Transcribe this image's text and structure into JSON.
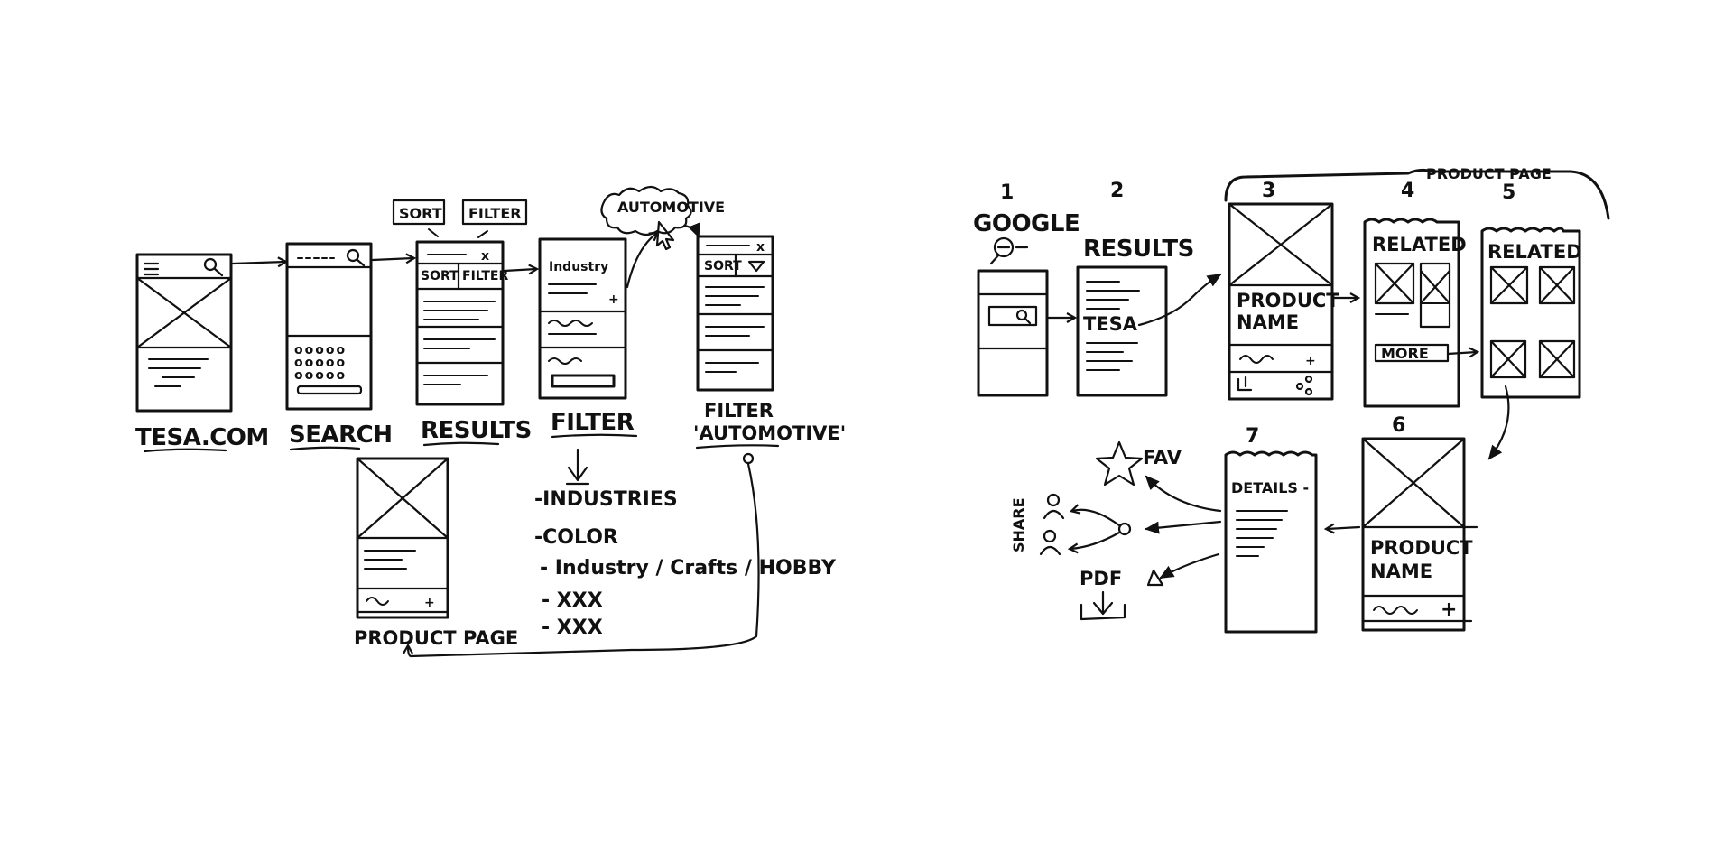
{
  "left_flow": {
    "screens": [
      {
        "label": "TESA.COM"
      },
      {
        "label": "SEARCH"
      },
      {
        "label": "RESULTS",
        "buttons": [
          "SORT",
          "FILTER"
        ]
      },
      {
        "label": "FILTER"
      },
      {
        "label_line1": "FILTER",
        "label_line2": "'AUTOMOTIVE'"
      }
    ],
    "product_page_label": "PRODUCT PAGE",
    "annotations": {
      "automotive": "AUTOMOTIVE",
      "results_sort": "SORT",
      "results_filter": "FILTER",
      "filter_industry": "Industry",
      "filter_sort": "SORT"
    },
    "filter_options": [
      "-INDUSTRIES",
      "-COLOR",
      "- Industry / Crafts / HOBBY",
      "- XXX",
      "- XXX"
    ]
  },
  "right_flow": {
    "product_page_label": "PRODUCT PAGE",
    "steps": [
      {
        "number": "1",
        "label": "GOOGLE"
      },
      {
        "number": "2",
        "label": "RESULTS",
        "inner_text": "TESA"
      },
      {
        "number": "3",
        "inner_line1": "PRODUCT",
        "inner_line2": "NAME"
      },
      {
        "number": "4",
        "inner_label": "RELATED",
        "button": "MORE"
      },
      {
        "number": "5",
        "inner_label": "RELATED"
      },
      {
        "number": "6",
        "inner_line1": "PRODUCT",
        "inner_line2": "NAME"
      },
      {
        "number": "7",
        "inner_label": "DETAILS -"
      }
    ],
    "actions": {
      "fav": "FAV",
      "share": "SHARE",
      "pdf": "PDF"
    }
  }
}
